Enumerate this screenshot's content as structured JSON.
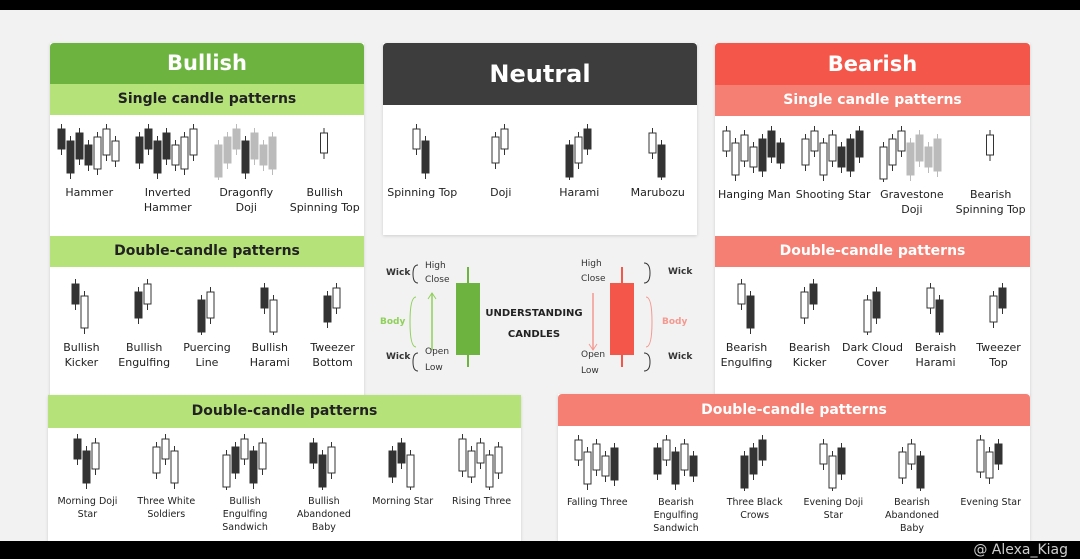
{
  "bullish": {
    "title": "Bullish",
    "single_title": "Single candle patterns",
    "single": [
      {
        "label": "Hammer",
        "c": "bbbbwww"
      },
      {
        "label": "Inverted Hammer",
        "c": "bbbbwww"
      },
      {
        "label": "Dragonfly Doji",
        "c": "gggbggg"
      },
      {
        "label": "Bullish Spinning Top",
        "c": "w"
      }
    ],
    "double_title": "Double-candle patterns",
    "double": [
      {
        "label": "Bullish Kicker",
        "c": "bw"
      },
      {
        "label": "Bullish Engulfing",
        "c": "bw"
      },
      {
        "label": "Puercing Line",
        "c": "bw"
      },
      {
        "label": "Bullish Harami",
        "c": "bw"
      },
      {
        "label": "Tweezer Bottom",
        "c": "bw"
      }
    ]
  },
  "neutral": {
    "title": "Neutral",
    "items": [
      {
        "label": "Spinning Top",
        "c": "wb"
      },
      {
        "label": "Doji",
        "c": "ww"
      },
      {
        "label": "Harami",
        "c": "bwb"
      },
      {
        "label": "Marubozu",
        "c": "wb"
      }
    ]
  },
  "bearish": {
    "title": "Bearish",
    "single_title": "Single candle patterns",
    "single": [
      {
        "label": "Hanging Man",
        "c": "wwwwbbb"
      },
      {
        "label": "Shooting Star",
        "c": "wwwwbbb"
      },
      {
        "label": "Gravestone Doji",
        "c": "wwwgggg"
      },
      {
        "label": "Bearish Spinning Top",
        "c": "w"
      }
    ],
    "double_title": "Double-candle patterns",
    "double": [
      {
        "label": "Bearish Engulfing",
        "c": "wb"
      },
      {
        "label": "Bearish Kicker",
        "c": "wb"
      },
      {
        "label": "Dark Cloud Cover",
        "c": "wb"
      },
      {
        "label": "Beraish Harami",
        "c": "wb"
      },
      {
        "label": "Tweezer Top",
        "c": "wb"
      }
    ]
  },
  "diagram": {
    "title": "UNDERSTANDING CANDLES",
    "high": "High",
    "close": "Close",
    "open": "Open",
    "low": "Low",
    "wick": "Wick",
    "body": "Body",
    "green": "#6cb33f",
    "red": "#f4574a"
  },
  "bottom_left": {
    "title": "Double-candle patterns",
    "items": [
      {
        "label": "Morning Doji Star",
        "c": "bbw"
      },
      {
        "label": "Three White Soldiers",
        "c": "www"
      },
      {
        "label": "Bullish Engulfing Sandwich",
        "c": "wbwbw"
      },
      {
        "label": "Bullish Abandoned Baby",
        "c": "bbw"
      },
      {
        "label": "Morning Star",
        "c": "bbw"
      },
      {
        "label": "Rising Three",
        "c": "wwwww"
      }
    ]
  },
  "bottom_right": {
    "title": "Double-candle patterns",
    "items": [
      {
        "label": "Falling Three",
        "c": "wwwwb"
      },
      {
        "label": "Bearish Engulfing Sandwich",
        "c": "bwbwb"
      },
      {
        "label": "Three Black Crows",
        "c": "bbb"
      },
      {
        "label": "Evening Doji Star",
        "c": "wwb"
      },
      {
        "label": "Bearish Abandoned Baby",
        "c": "wwb"
      },
      {
        "label": "Evening Star",
        "c": "wwb"
      }
    ]
  },
  "watermark": "@ Alexa_Kiag",
  "colors": {
    "green": "#6cb33f",
    "light_green": "#b5e37a",
    "dark": "#3d3d3d",
    "red": "#f4574a",
    "light_red": "#f47f72"
  }
}
